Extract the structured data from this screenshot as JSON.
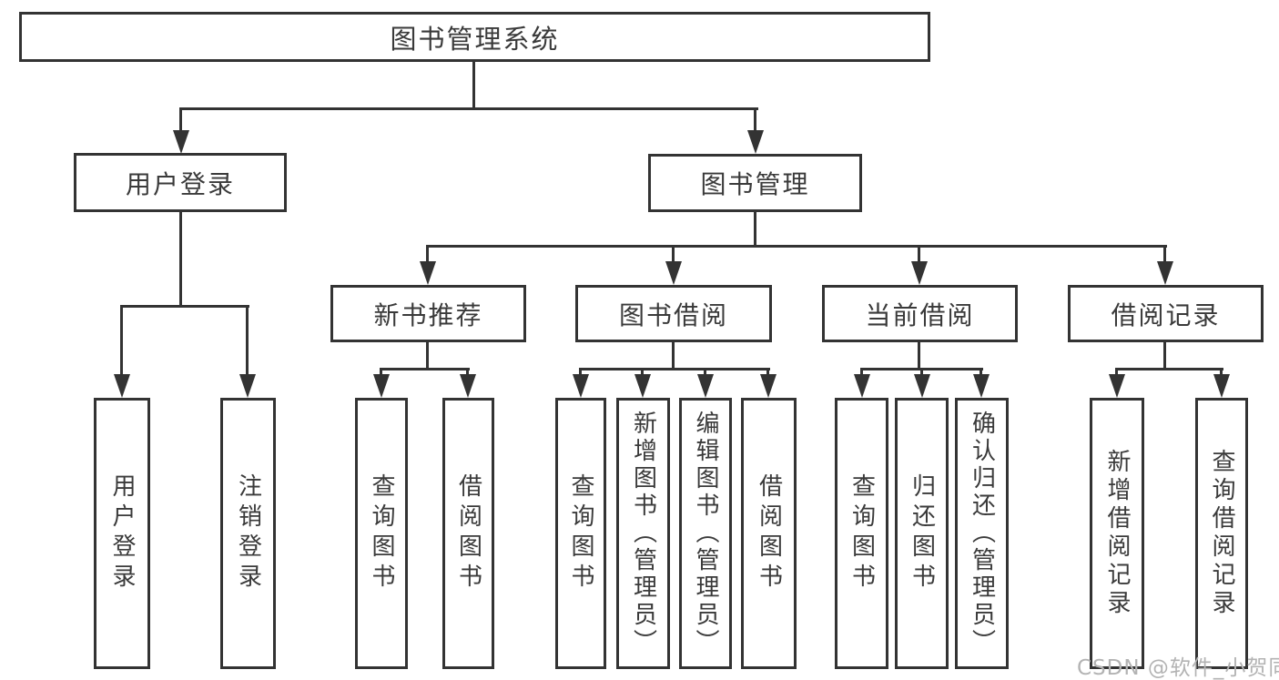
{
  "tree": {
    "root": {
      "label": "图书管理系统"
    },
    "level2": [
      {
        "label": "用户登录"
      },
      {
        "label": "图书管理"
      }
    ],
    "level3": [
      {
        "label": "新书推荐"
      },
      {
        "label": "图书借阅"
      },
      {
        "label": "当前借阅"
      },
      {
        "label": "借阅记录"
      }
    ],
    "leaves": {
      "user_login": [
        "用户登录",
        "注销登录"
      ],
      "new_books": [
        "查询图书",
        "借阅图书"
      ],
      "borrow": [
        "查询图书",
        "新增图书（管理员）",
        "编辑图书（管理员）",
        "借阅图书"
      ],
      "current": [
        "查询图书",
        "归还图书",
        "确认归还（管理员）"
      ],
      "records": [
        "新增借阅记录",
        "查询借阅记录"
      ]
    }
  },
  "watermark": {
    "text": "CSDN @软件_小贺同学"
  },
  "colors": {
    "border": "#333333",
    "text": "#3a3a3a",
    "line": "#333333",
    "watermark": "#b3b3b3",
    "background": "#ffffff"
  }
}
